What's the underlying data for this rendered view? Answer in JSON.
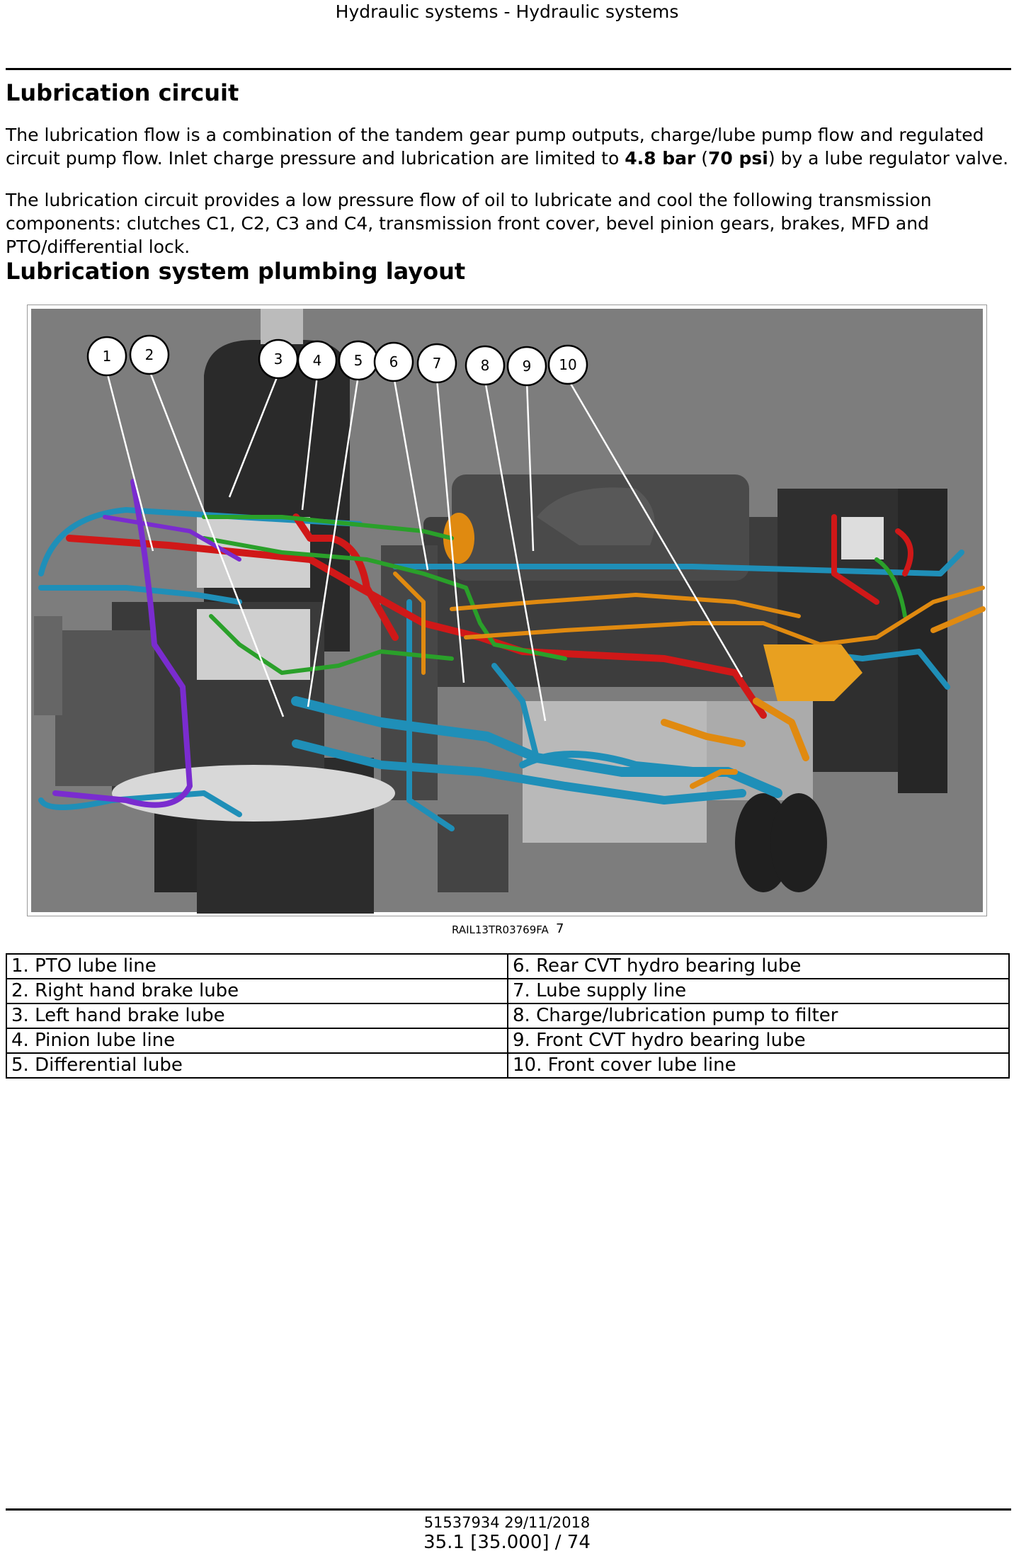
{
  "header": {
    "running_title": "Hydraulic systems - Hydraulic systems"
  },
  "section": {
    "title": "Lubrication circuit",
    "para1_a": "The lubrication flow is a combination of the tandem gear pump outputs, charge/lube pump flow and regulated circuit pump flow.  Inlet charge pressure and lubrication are limited to ",
    "para1_bold1": "4.8 bar",
    "para1_b": " (",
    "para1_bold2": "70 psi",
    "para1_c": ") by a lube regulator valve.",
    "para2": "The lubrication circuit provides a low pressure flow of oil to lubricate and cool the following transmission components: clutches C1, C2, C3 and C4, transmission front cover, bevel pinion gears, brakes, MFD and PTO/differential lock."
  },
  "subsection": {
    "title": "Lubrication system plumbing layout"
  },
  "figure": {
    "callouts": [
      "1",
      "2",
      "3",
      "4",
      "5",
      "6",
      "7",
      "8",
      "9",
      "10"
    ],
    "code": "RAIL13TR03769FA",
    "number": "7",
    "colors": {
      "blue": "#1f8fb8",
      "red": "#d01818",
      "green": "#2aa02a",
      "purple": "#7a2ccf",
      "orange": "#e08a10",
      "background": "#7d7d7d"
    }
  },
  "legend": {
    "rows": [
      {
        "left": "1.  PTO lube line",
        "right": "6.  Rear CVT hydro bearing lube"
      },
      {
        "left": "2.  Right hand brake lube",
        "right": "7.  Lube supply line"
      },
      {
        "left": "3.  Left hand brake lube",
        "right": "8.  Charge/lubrication pump to filter"
      },
      {
        "left": "4.  Pinion lube line",
        "right": "9.  Front CVT hydro bearing lube"
      },
      {
        "left": "5.  Differential lube",
        "right": "10.  Front cover lube line"
      }
    ]
  },
  "footer": {
    "doc_code": "51537934 29/11/2018",
    "page": "35.1 [35.000] / 74"
  }
}
